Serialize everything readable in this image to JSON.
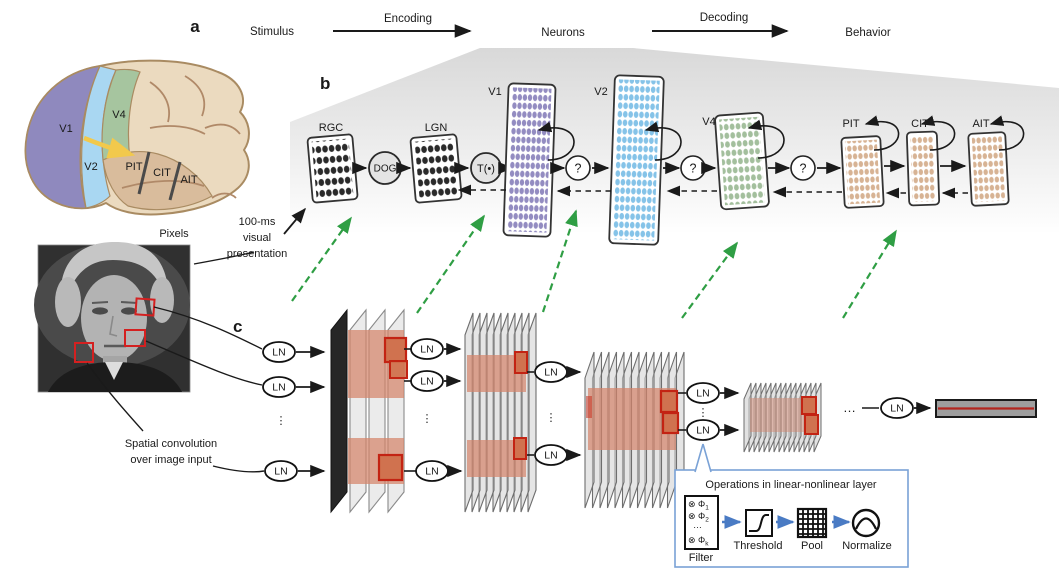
{
  "figure": {
    "panel_a": {
      "label": "a",
      "stimulus": "Stimulus",
      "encoding": "Encoding",
      "neurons": "Neurons",
      "decoding": "Decoding",
      "behavior": "Behavior"
    },
    "brain": {
      "v1": "V1",
      "v2": "V2",
      "v4": "V4",
      "pit": "PIT",
      "cit": "CIT",
      "ait": "AIT"
    },
    "panel_b": {
      "label": "b",
      "rgc": "RGC",
      "dog": "DOG",
      "lgn": "LGN",
      "transform": "T(•)",
      "unknown": "?",
      "v1": "V1",
      "v2": "V2",
      "v4": "V4",
      "pit": "PIT",
      "cit": "CIT",
      "ait": "AIT",
      "presentation_line1": "100-ms",
      "presentation_line2": "visual",
      "presentation_line3": "presentation"
    },
    "photo": {
      "label": "Pixels"
    },
    "panel_c": {
      "label": "c",
      "ln": "LN",
      "vdots": "⋮",
      "hdots": "…",
      "conv_line1": "Spatial convolution",
      "conv_line2": "over image input"
    },
    "ops_box": {
      "title": "Operations in linear-nonlinear layer",
      "filter_sym": "⊗ Φ",
      "filter_sub1": "1",
      "filter_sub2": "2",
      "filter_dots": "…",
      "filter_subk": "k",
      "filter": "Filter",
      "threshold": "Threshold",
      "pool": "Pool",
      "normalize": "Normalize"
    },
    "colors": {
      "v1_dots": "#938CC1",
      "v2_dots": "#85C3E8",
      "v4_dots": "#A3BF9D",
      "it_dots": "#D7B394",
      "rgc_dots": "#2A2A2A",
      "green_arrow": "#2F9E44",
      "red_patch": "#C32313",
      "salmon_patch": "#D4836A",
      "ops_border": "#7AA2D6",
      "ops_arrow": "#4A7BC4",
      "brain_yellow": "#F2C94C"
    }
  }
}
